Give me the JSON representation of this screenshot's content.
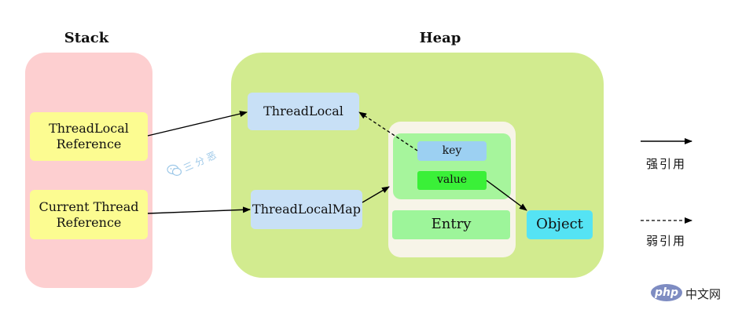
{
  "stack": {
    "title": "Stack",
    "threadlocal_ref": "ThreadLocal\nReference",
    "current_thread_ref": "Current Thread\nReference"
  },
  "heap": {
    "title": "Heap",
    "threadlocal": "ThreadLocal",
    "threadlocalmap": "ThreadLocalMap",
    "key": "key",
    "value": "value",
    "entry": "Entry",
    "object": "Object"
  },
  "legend": {
    "strong_ref": "强引用",
    "weak_ref": "弱引用"
  },
  "watermark": {
    "text": "三分恶",
    "site": "php",
    "site_suffix": "中文网"
  },
  "colors": {
    "stack_bg": "#fdcfd0",
    "heap_bg": "#d2eb8f",
    "yellow": "#fcfc91",
    "light_blue": "#c8e0f6",
    "key_blue": "#9cd0f2",
    "value_green": "#3af038",
    "entry_green": "#9df59a",
    "object_cyan": "#55e3f4"
  }
}
